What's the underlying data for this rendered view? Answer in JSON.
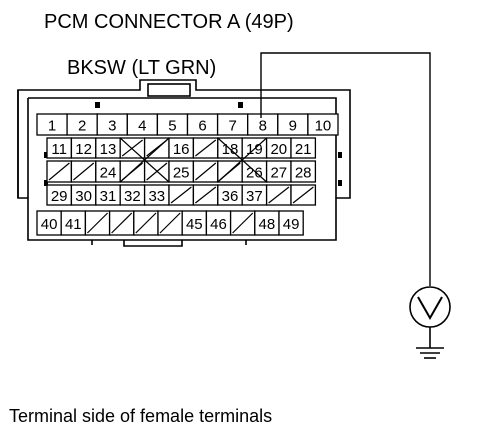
{
  "title": "PCM CONNECTOR A (49P)",
  "wire_label": "BKSW (LT GRN)",
  "footer": "Terminal side of female terminals",
  "meter_symbol": "V",
  "probe_terminal": "8",
  "rows": [
    [
      "1",
      "2",
      "3",
      "4",
      "5",
      "6",
      "7",
      "8",
      "9",
      "10"
    ],
    [
      "11",
      "12",
      "13",
      "",
      "",
      "16",
      "",
      "18",
      "19",
      "20",
      "21"
    ],
    [
      "",
      "",
      "24",
      "",
      "",
      "25",
      "",
      "",
      "26",
      "27",
      "28"
    ],
    [
      "29",
      "30",
      "31",
      "32",
      "33",
      "",
      "",
      "36",
      "37",
      "",
      ""
    ],
    [
      "40",
      "41",
      "",
      "",
      "",
      "",
      "45",
      "46",
      "",
      "48",
      "49"
    ]
  ],
  "icons": {
    "meter": "voltmeter-icon",
    "ground": "ground-icon"
  }
}
